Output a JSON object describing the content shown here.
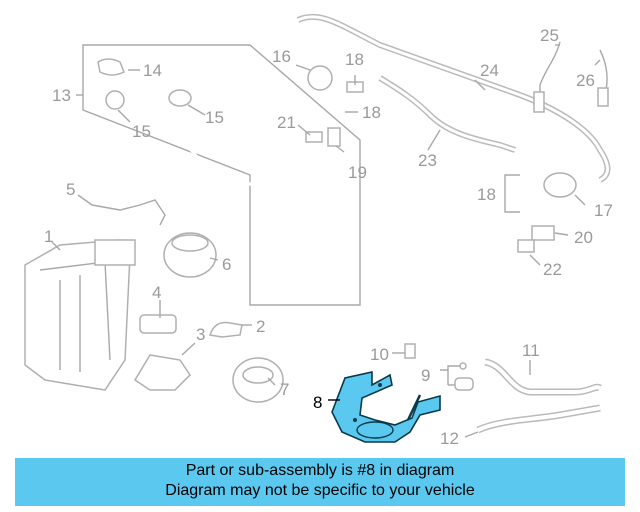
{
  "labels": {
    "p1": "1",
    "p2": "2",
    "p3": "3",
    "p4": "4",
    "p5": "5",
    "p6": "6",
    "p7": "7",
    "p8": "8",
    "p9": "9",
    "p10": "10",
    "p11": "11",
    "p12": "12",
    "p13": "13",
    "p14": "14",
    "p15a": "15",
    "p15b": "15",
    "p16": "16",
    "p17": "17",
    "p18a": "18",
    "p18b": "18",
    "p18c": "18",
    "p19": "19",
    "p20": "20",
    "p21": "21",
    "p22": "22",
    "p23": "23",
    "p24": "24",
    "p25": "25",
    "p26": "26"
  },
  "banner": {
    "line1": "Part or sub-assembly is #8 in diagram",
    "line2": "Diagram may not be specific to your vehicle"
  },
  "colors": {
    "highlight": "#5bc8ef",
    "lines": "#a8a8a8",
    "label": "#9a9a9a"
  }
}
